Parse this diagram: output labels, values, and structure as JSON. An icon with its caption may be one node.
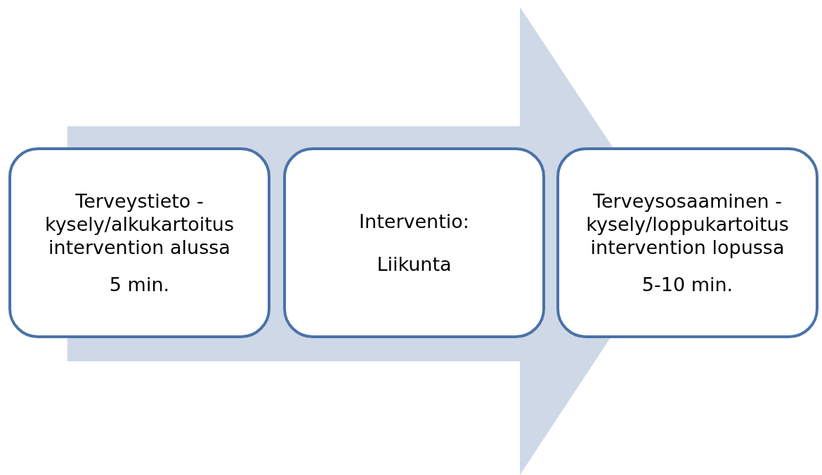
{
  "diagram": {
    "nodes": [
      {
        "text": [
          "Terveystieto - kysely/alkukartoitus intervention alussa",
          "5 min."
        ]
      },
      {
        "text": [
          "Interventio:",
          "Liikunta"
        ]
      },
      {
        "text": [
          "Terveysosaaminen - kysely/loppukartoitus intervention lopussa",
          "5-10 min."
        ]
      }
    ],
    "edges": [
      {
        "from": 0,
        "to": 2,
        "arrow": "to"
      }
    ]
  }
}
